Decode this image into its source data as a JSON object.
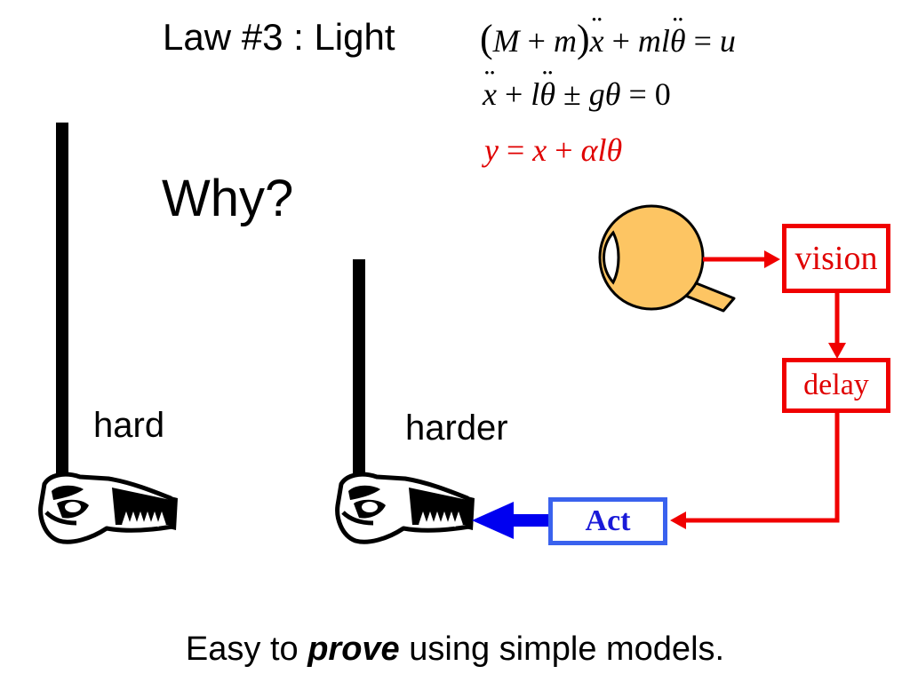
{
  "title": "Law #3 : Light",
  "question": "Why?",
  "equations": {
    "eq1": {
      "open": "(",
      "M": "M",
      "plus1": " + ",
      "m": "m",
      "close": ")",
      "x": "x",
      "plus2": " + ",
      "ml": "ml",
      "theta": "θ",
      "equals": " = ",
      "u": "u"
    },
    "eq2": {
      "x": "x",
      "plus": " + ",
      "l": "l",
      "theta": "θ",
      "pm": " ± ",
      "g": "g",
      "theta2": "θ",
      "equals": " = ",
      "zero": "0"
    },
    "eq3": {
      "y": "y",
      "equals": " = ",
      "x": "x",
      "plus": " + ",
      "alpha": "α",
      "l": "l",
      "theta": "θ"
    }
  },
  "labels": {
    "hard": "hard",
    "harder": "harder"
  },
  "boxes": {
    "vision": "vision",
    "delay": "delay",
    "act": "Act"
  },
  "caption": {
    "before": "Easy to ",
    "emphasis": "prove",
    "after": " using simple models."
  },
  "colors": {
    "feedback": "#f00000",
    "act_border": "#3a62ee",
    "act_text": "#1a1ad8",
    "eye": "#fdc563"
  },
  "icons": {
    "eye": "eye-icon",
    "hand": "hand-holding-stick-icon"
  }
}
